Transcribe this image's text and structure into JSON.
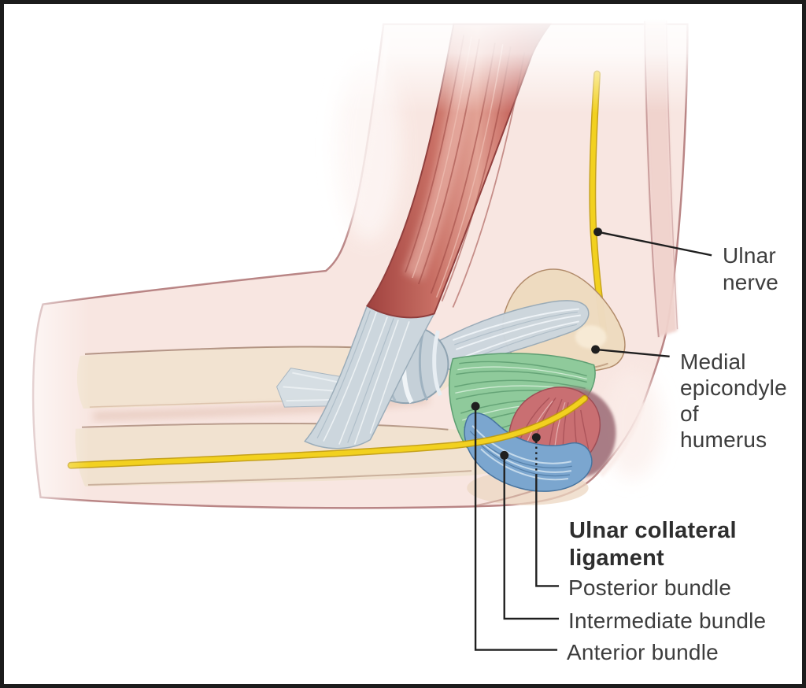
{
  "labels": {
    "ulnar_nerve": {
      "lines": [
        "Ulnar",
        "nerve"
      ]
    },
    "medial_epicondyle": {
      "lines": [
        "Medial",
        "epicondyle",
        "of",
        "humerus"
      ]
    },
    "ucl_title": {
      "lines": [
        "Ulnar collateral",
        "ligament"
      ]
    },
    "posterior_bundle": "Posterior bundle",
    "intermediate_bundle": "Intermediate bundle",
    "anterior_bundle": "Anterior bundle"
  },
  "colors": {
    "background": "#ffffff",
    "frame_border": "#1c1c1c",
    "skin": "#f8e6e1",
    "skin_outline": "#b98585",
    "muscle_red": "#c05a52",
    "tendon_gray": "#ccd6dd",
    "bone_tan": "#eedbc0",
    "ulnar_nerve_yellow": "#f2d11f",
    "anterior_bundle_green": "#8fca9b",
    "intermediate_bundle_blue": "#7ba6cf",
    "posterior_bundle_red": "#c96f72",
    "label_text": "#3d3d3d",
    "leader_line": "#1f1f1f"
  }
}
